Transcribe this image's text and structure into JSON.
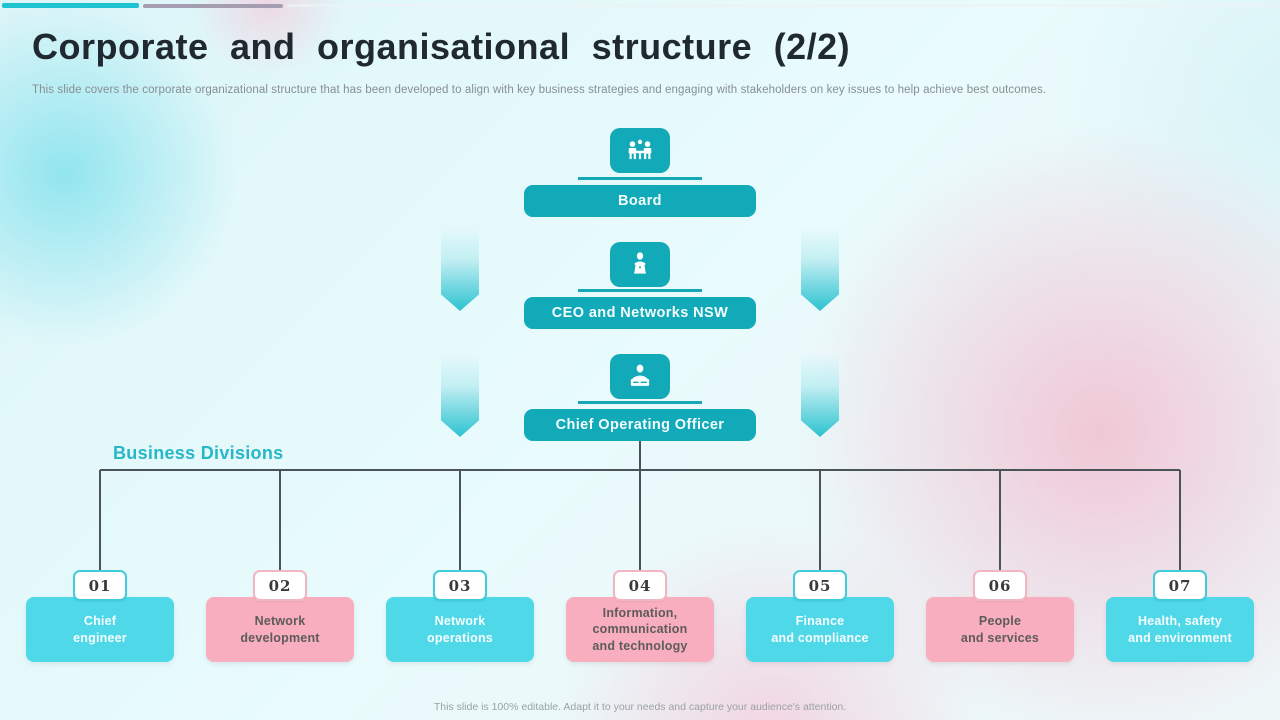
{
  "header": {
    "title": "Corporate and organisational structure (2/2)",
    "subtitle": "This slide covers the corporate organizational structure that has been developed to align with key business strategies and engaging with stakeholders on key issues to help achieve best outcomes."
  },
  "org_chart": {
    "levels": [
      {
        "label": "Board",
        "icon": "board-meeting-icon"
      },
      {
        "label": "CEO and Networks NSW",
        "icon": "executive-person-icon"
      },
      {
        "label": "Chief Operating Officer",
        "icon": "officer-desk-icon"
      }
    ],
    "divisions_heading": "Business Divisions",
    "divisions": [
      {
        "number": "01",
        "label": "Chief\nengineer",
        "variant": "cyan"
      },
      {
        "number": "02",
        "label": "Network\ndevelopment",
        "variant": "pink"
      },
      {
        "number": "03",
        "label": "Network\noperations",
        "variant": "cyan"
      },
      {
        "number": "04",
        "label": "Information,\ncommunication\nand technology",
        "variant": "pink"
      },
      {
        "number": "05",
        "label": "Finance\nand compliance",
        "variant": "cyan"
      },
      {
        "number": "06",
        "label": "People\nand services",
        "variant": "pink"
      },
      {
        "number": "07",
        "label": "Health, safety\nand environment",
        "variant": "cyan"
      }
    ]
  },
  "footer": {
    "note": "This slide is 100% editable. Adapt it to your needs and capture your audience's attention."
  },
  "colors": {
    "teal": "#12a9b8",
    "cyan_box": "#4fd8e8",
    "pink_box": "#f8aebe",
    "heading_accent": "#27b7c7",
    "top_bar_teal": "#1ec3d2",
    "top_bar_gray": "#a59db0"
  }
}
